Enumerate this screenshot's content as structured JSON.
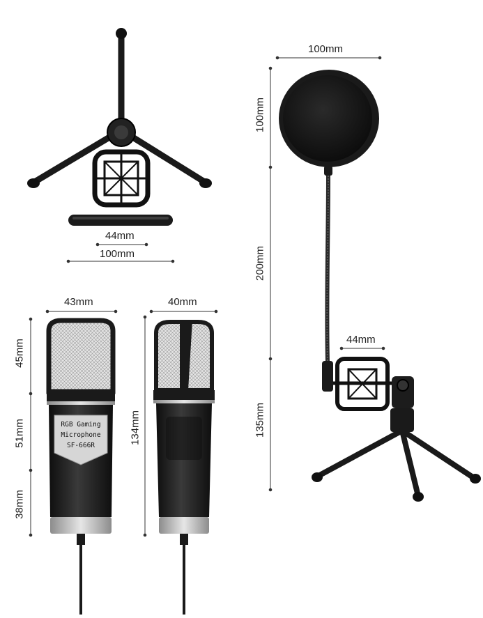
{
  "dimensions": {
    "base_shock_width": "44mm",
    "base_width": "100mm",
    "mic_front_width": "43mm",
    "mic_side_width": "40mm",
    "grille_height": "45mm",
    "body_height": "51mm",
    "bottom_height": "38mm",
    "total_height": "134mm",
    "pop_filter_width": "100mm",
    "pop_filter_height": "100mm",
    "gooseneck_length": "200mm",
    "stand_height": "135mm",
    "shock_mount_width": "44mm"
  },
  "mic_label": {
    "line1": "RGB Gaming",
    "line2": "Microphone",
    "line3": "SF-666R"
  },
  "colors": {
    "mic_body": "#1c1c1c",
    "grille": "#d9d9d9",
    "label_plate": "#d6d6d6",
    "silver_ring": "#b5b5b5",
    "dimension_line": "#333333"
  }
}
